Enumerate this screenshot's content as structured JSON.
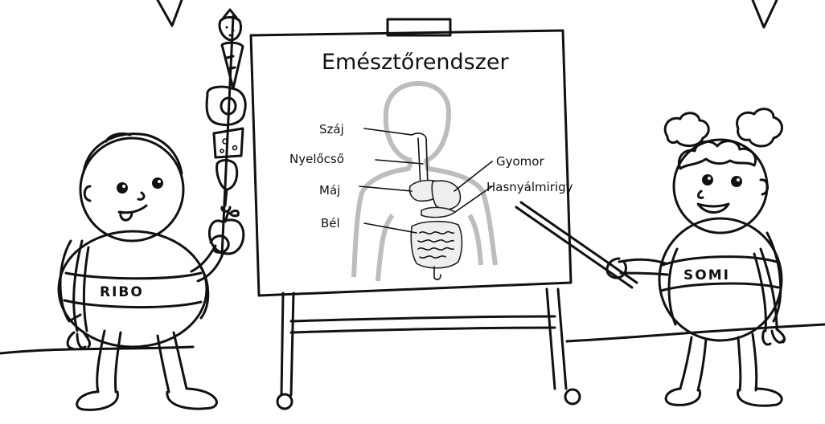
{
  "diagram": {
    "title": "Emésztőrendszer",
    "labels": {
      "mouth": "Száj",
      "esophagus": "Nyelőcső",
      "liver": "Máj",
      "intestine": "Bél",
      "stomach": "Gyomor",
      "pancreas": "Hasnyálmirigy"
    }
  },
  "characters": {
    "left_name": "RIBO",
    "right_name": "SOMI"
  }
}
